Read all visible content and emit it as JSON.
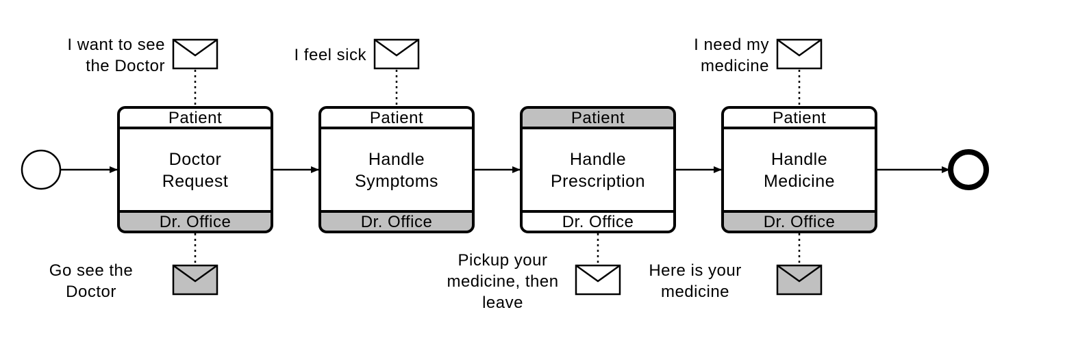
{
  "diagram": {
    "colors": {
      "stroke": "#000000",
      "initiator_band": "#ffffff",
      "receiver_band": "#c0c0c0",
      "initiating_message": "#ffffff",
      "return_message": "#c0c0c0"
    },
    "start_event": "start-event",
    "end_event": "end-event",
    "tasks": [
      {
        "id": "doctor-request",
        "top_participant": "Patient",
        "name_lines": [
          "Doctor",
          "Request"
        ],
        "bottom_participant": "Dr. Office",
        "top_band_shaded": false,
        "bottom_band_shaded": true,
        "top_message": {
          "lines": [
            "I want to see",
            "the Doctor"
          ],
          "shaded": false
        },
        "bottom_message": {
          "lines": [
            "Go see the",
            "Doctor"
          ],
          "shaded": true
        }
      },
      {
        "id": "handle-symptoms",
        "top_participant": "Patient",
        "name_lines": [
          "Handle",
          "Symptoms"
        ],
        "bottom_participant": "Dr. Office",
        "top_band_shaded": false,
        "bottom_band_shaded": true,
        "top_message": {
          "lines": [
            "I feel sick"
          ],
          "shaded": false
        },
        "bottom_message": null
      },
      {
        "id": "handle-prescription",
        "top_participant": "Patient",
        "name_lines": [
          "Handle",
          "Prescription"
        ],
        "bottom_participant": "Dr. Office",
        "top_band_shaded": true,
        "bottom_band_shaded": false,
        "top_message": null,
        "bottom_message": {
          "lines": [
            "Pickup your",
            "medicine, then",
            "leave"
          ],
          "shaded": false
        }
      },
      {
        "id": "handle-medicine",
        "top_participant": "Patient",
        "name_lines": [
          "Handle",
          "Medicine"
        ],
        "bottom_participant": "Dr. Office",
        "top_band_shaded": false,
        "bottom_band_shaded": true,
        "top_message": {
          "lines": [
            "I need my",
            "medicine"
          ],
          "shaded": false
        },
        "bottom_message": {
          "lines": [
            "Here is your",
            "medicine"
          ],
          "shaded": true
        }
      }
    ]
  }
}
